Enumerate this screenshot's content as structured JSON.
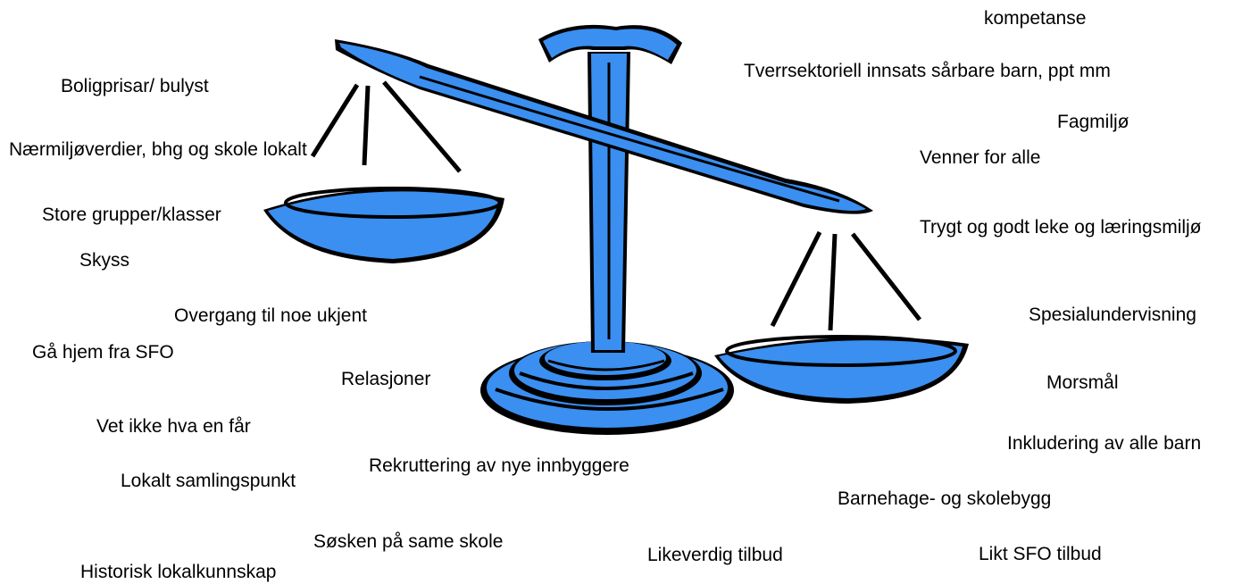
{
  "colors": {
    "scale_fill": "#3a8ff0",
    "outline": "#000000",
    "text": "#000000",
    "background": "#ffffff"
  },
  "left_labels": [
    "Boligprisar/ bulyst",
    "Nærmiljøverdier, bhg og skole lokalt",
    "Store grupper/klasser",
    "Skyss",
    "Overgang til noe ukjent",
    "Gå hjem fra SFO",
    "Relasjoner",
    "Vet ikke hva en får",
    "Lokalt samlingspunkt",
    "Rekruttering av nye innbyggere",
    "Søsken på same skole",
    "Historisk lokalkunnskap"
  ],
  "right_labels": [
    "kompetanse",
    "Tverrsektoriell innsats sårbare barn, ppt mm",
    "Fagmiljø",
    "Venner for alle",
    "Trygt og godt leke og læringsmiljø",
    "Spesialundervisning",
    "Morsmål",
    "Inkludering av alle barn",
    "Barnehage- og skolebygg",
    "Likeverdig tilbud",
    "Likt SFO tilbud"
  ]
}
